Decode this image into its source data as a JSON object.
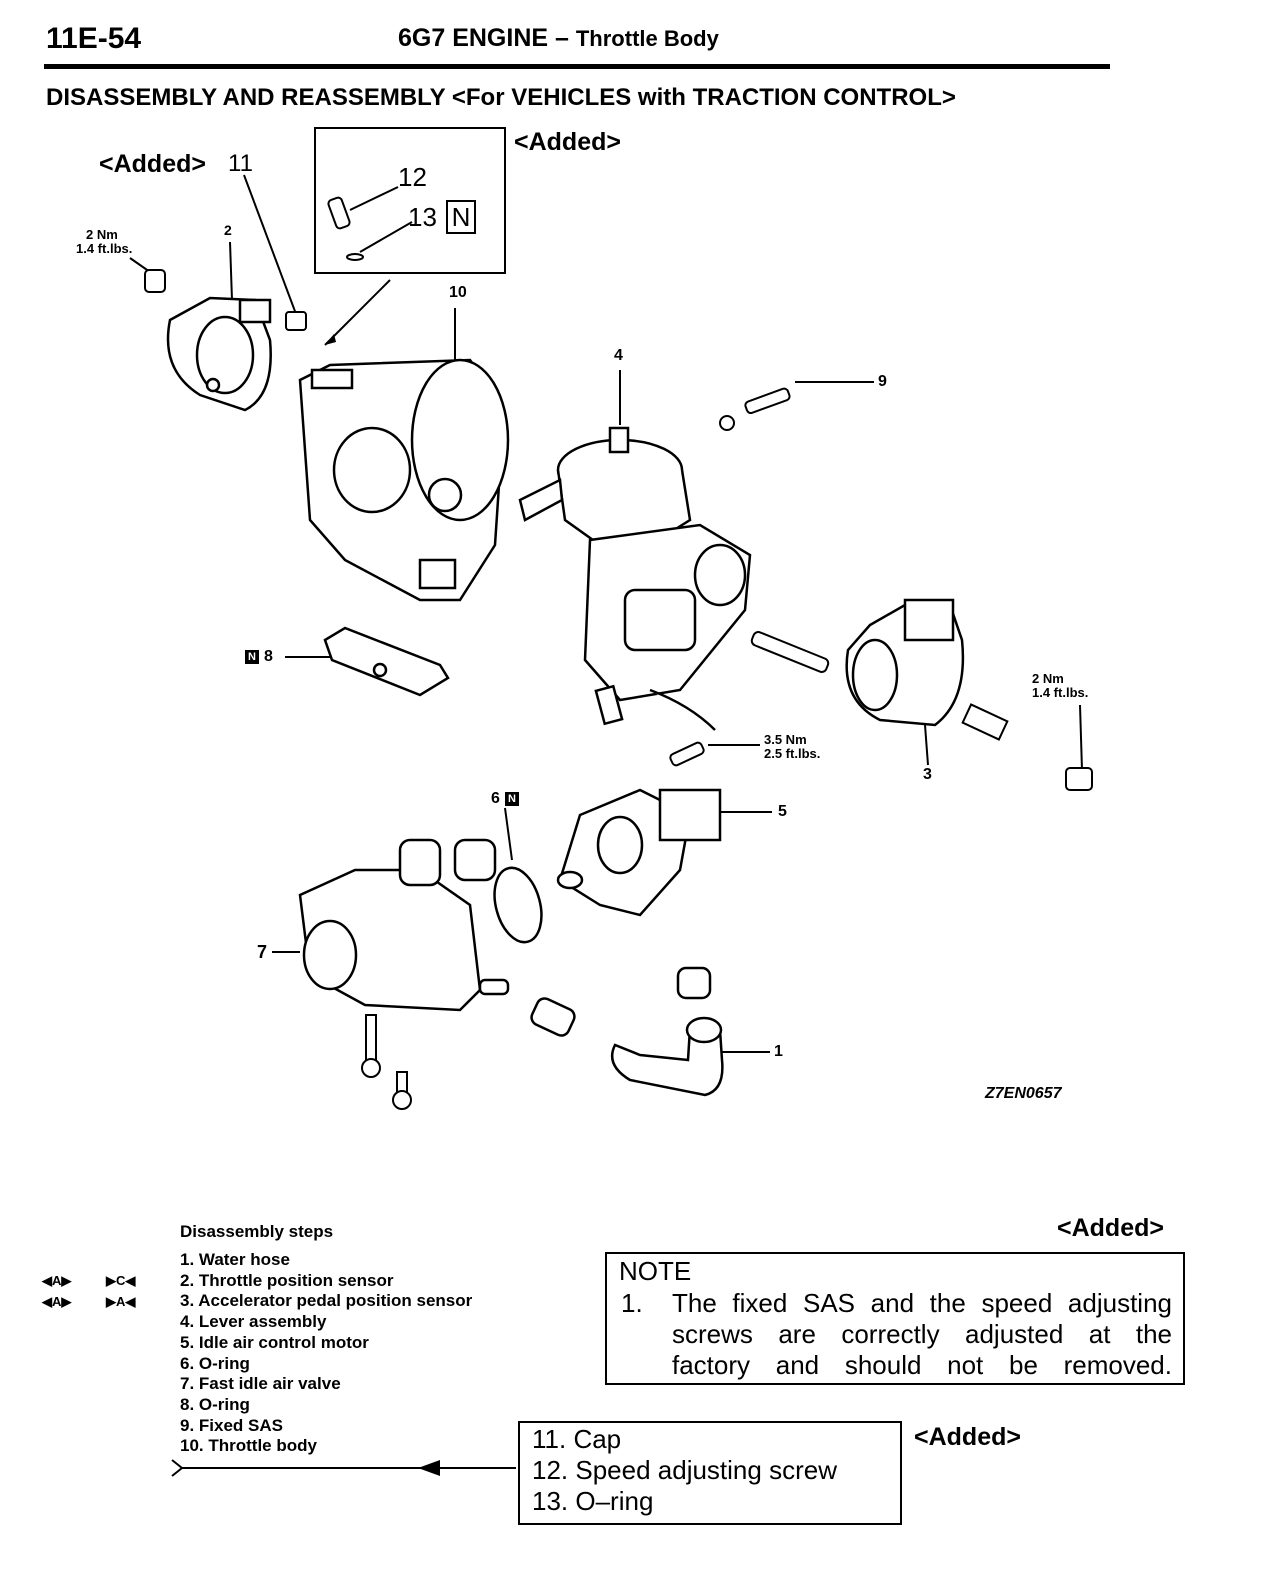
{
  "header": {
    "page_number": "11E-54",
    "title_main": "6G7 ENGINE",
    "title_sep": " – ",
    "title_sub": "Throttle Body"
  },
  "section_title": "DISASSEMBLY AND REASSEMBLY <For VEHICLES with TRACTION CONTROL>",
  "added_label": "<Added>",
  "diagram": {
    "callouts": [
      "1",
      "2",
      "3",
      "4",
      "5",
      "6",
      "7",
      "8",
      "9",
      "10",
      "11",
      "12",
      "13"
    ],
    "new_part_mark": "N",
    "torque_2nm_a": "2 Nm",
    "torque_2nm_b": "1.4 ft.lbs.",
    "torque_35nm_a": "3.5 Nm",
    "torque_35nm_b": "2.5 ft.lbs.",
    "figure_id": "Z7EN0657"
  },
  "disassembly": {
    "title": "Disassembly steps",
    "marks": {
      "a": "◀A▶",
      "c": "▶C◀",
      "a2": "▶A◀"
    },
    "steps": [
      "1. Water hose",
      "2. Throttle position sensor",
      "3. Accelerator pedal position sensor",
      "4. Lever assembly",
      "5. Idle air control motor",
      "6. O-ring",
      "7. Fast idle air valve",
      "8. O-ring",
      "9. Fixed SAS",
      "10. Throttle body"
    ]
  },
  "note": {
    "title": "NOTE",
    "number": "1.",
    "lines": [
      "The fixed SAS and the speed adjusting",
      "screws are correctly adjusted at the",
      "factory and should not be removed."
    ]
  },
  "added_steps": [
    "11. Cap",
    "12. Speed adjusting screw",
    "13. O–ring"
  ]
}
